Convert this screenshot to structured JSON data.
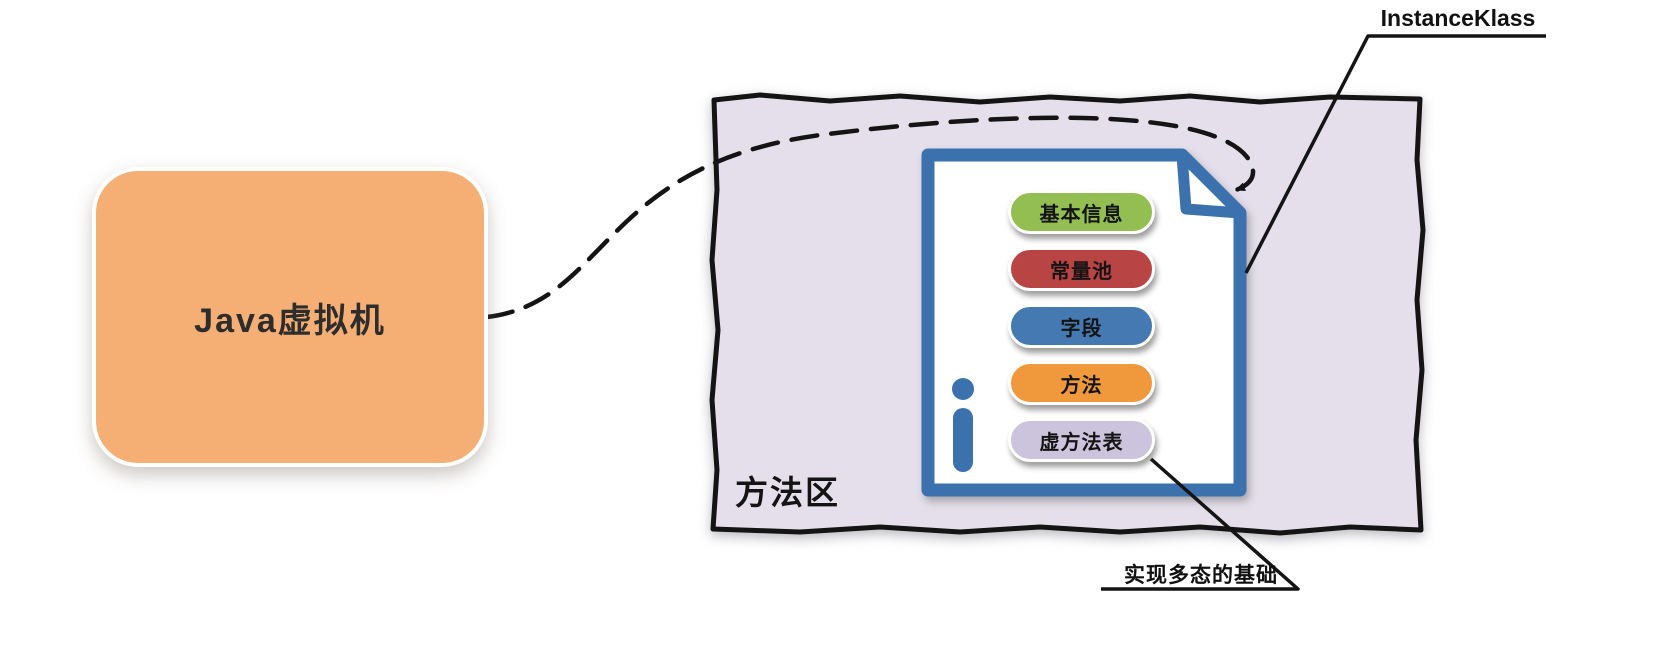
{
  "jvm_box": {
    "label": "Java虚拟机"
  },
  "method_area": {
    "label": "方法区"
  },
  "instance_klass_doc": {
    "pills": [
      {
        "label": "基本信息",
        "color": "#93BE52",
        "text_color": "#141414"
      },
      {
        "label": "常量池",
        "color": "#B94444",
        "text_color": "#141414"
      },
      {
        "label": "字段",
        "color": "#4579B2",
        "text_color": "#141414"
      },
      {
        "label": "方法",
        "color": "#F0993C",
        "text_color": "#141414"
      },
      {
        "label": "虚方法表",
        "color": "#CCC3DC",
        "text_color": "#141414"
      }
    ]
  },
  "annotations": {
    "instance_klass_label": "InstanceKlass",
    "polymorphism_label": "实现多态的基础"
  },
  "icons": {
    "info_icon": "i"
  },
  "colors": {
    "jvm_box_fill": "#F5AE74",
    "method_area_fill": "#E4DFEA",
    "method_area_stroke": "#141414",
    "document_stroke": "#3B72AD",
    "document_fill": "#FFFFFF",
    "info_icon": "#3B72AD",
    "line": "#141414"
  }
}
